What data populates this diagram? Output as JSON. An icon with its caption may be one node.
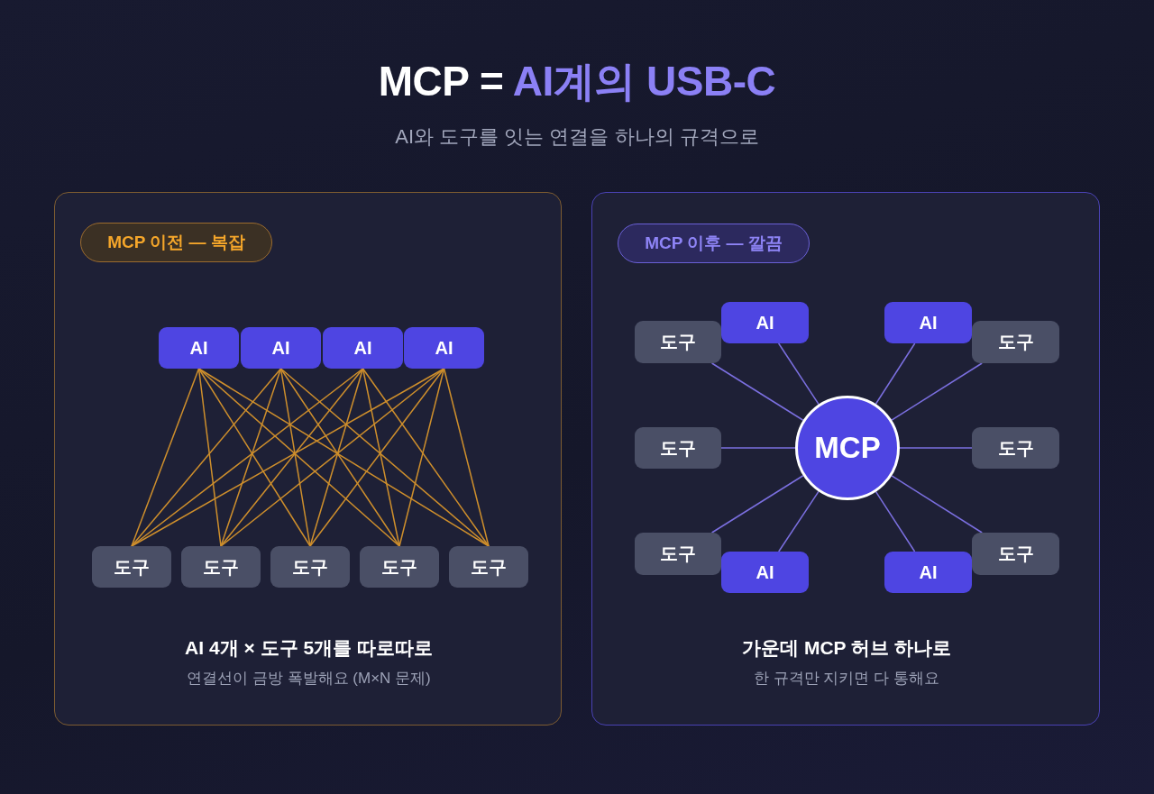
{
  "diagram": {
    "title": "MCP = **AI계의 USB-C**",
    "nodes": [
      {
        "text": [
          "AI 4개 × 도구 5개를 따로따로",
          "연결선이 금방 폭발해요 (M×N 문제)"
        ]
      },
      {
        "text": [
          "MCP 이전 — 복잡"
        ],
        "in": 0
      },
      {
        "text": [
          "AI"
        ],
        "in": 0
      },
      {
        "text": [
          "AI"
        ],
        "in": 0
      },
      {
        "text": [
          "AI"
        ],
        "in": 0
      },
      {
        "text": [
          "AI"
        ],
        "in": 0
      },
      {
        "text": [
          "도구"
        ],
        "in": 0
      },
      {
        "text": [
          "도구"
        ],
        "in": 0
      },
      {
        "text": [
          "도구"
        ],
        "in": 0
      },
      {
        "text": [
          "도구"
        ],
        "in": 0
      },
      {
        "text": [
          "도구"
        ],
        "in": 0
      },
      {
        "text": [
          "가운데 MCP 허브 하나로",
          "한 규격만 지키면 다 통해요"
        ]
      },
      {
        "text": [
          "MCP 이후 — 깔끔"
        ],
        "in": 11
      },
      {
        "text": [
          "도구"
        ],
        "in": 11
      },
      {
        "text": [
          "AI"
        ],
        "in": 11
      },
      {
        "text": [
          "AI"
        ],
        "in": 11
      },
      {
        "text": [
          "도구"
        ],
        "in": 11
      },
      {
        "text": [
          "도구"
        ],
        "in": 11
      },
      {
        "text": [
          "MCP"
        ],
        "in": 11
      },
      {
        "text": [
          "도구"
        ],
        "in": 11
      },
      {
        "text": [
          "도구"
        ],
        "in": 11
      },
      {
        "text": [
          "AI"
        ],
        "in": 11
      },
      {
        "text": [
          "AI"
        ],
        "in": 11
      },
      {
        "text": [
          "도구"
        ],
        "in": 11
      }
    ],
    "edges": [
      {
        "from": 2,
        "to": 6,
        "arrow": "none"
      },
      {
        "from": 2,
        "to": 7,
        "arrow": "none"
      },
      {
        "from": 2,
        "to": 8,
        "arrow": "none"
      },
      {
        "from": 2,
        "to": 9,
        "arrow": "none"
      },
      {
        "from": 2,
        "to": 10,
        "arrow": "none"
      },
      {
        "from": 3,
        "to": 6,
        "arrow": "none"
      },
      {
        "from": 3,
        "to": 7,
        "arrow": "none"
      },
      {
        "from": 3,
        "to": 8,
        "arrow": "none"
      },
      {
        "from": 3,
        "to": 9,
        "arrow": "none"
      },
      {
        "from": 3,
        "to": 10,
        "arrow": "none"
      },
      {
        "from": 4,
        "to": 6,
        "arrow": "none"
      },
      {
        "from": 4,
        "to": 7,
        "arrow": "none"
      },
      {
        "from": 4,
        "to": 8,
        "arrow": "none"
      },
      {
        "from": 4,
        "to": 9,
        "arrow": "none"
      },
      {
        "from": 4,
        "to": 10,
        "arrow": "none"
      },
      {
        "from": 5,
        "to": 6,
        "arrow": "none"
      },
      {
        "from": 5,
        "to": 7,
        "arrow": "none"
      },
      {
        "from": 5,
        "to": 8,
        "arrow": "none"
      },
      {
        "from": 5,
        "to": 9,
        "arrow": "none"
      },
      {
        "from": 5,
        "to": 10,
        "arrow": "none"
      },
      {
        "from": 18,
        "to": 13,
        "arrow": "none",
        "color": "#7b6fe0"
      },
      {
        "from": 18,
        "to": 14,
        "arrow": "none",
        "color": "#7b6fe0"
      },
      {
        "from": 18,
        "to": 15,
        "arrow": "none",
        "color": "#7b6fe0"
      },
      {
        "from": 18,
        "to": 16,
        "arrow": "none",
        "color": "#7b6fe0"
      },
      {
        "from": 18,
        "to": 17,
        "arrow": "none",
        "color": "#7b6fe0"
      },
      {
        "from": 18,
        "to": 19,
        "arrow": "none",
        "color": "#7b6fe0"
      },
      {
        "from": 18,
        "to": 20,
        "arrow": "none",
        "color": "#7b6fe0"
      },
      {
        "from": 18,
        "to": 21,
        "arrow": "none",
        "color": "#7b6fe0"
      },
      {
        "from": 18,
        "to": 22,
        "arrow": "none",
        "color": "#7b6fe0"
      },
      {
        "from": 18,
        "to": 23,
        "arrow": "none",
        "color": "#7b6fe0"
      }
    ],
    "labels": [
      "AI와 도구를 잇는 연결을 하나의 규격으로"
    ]
  }
}
